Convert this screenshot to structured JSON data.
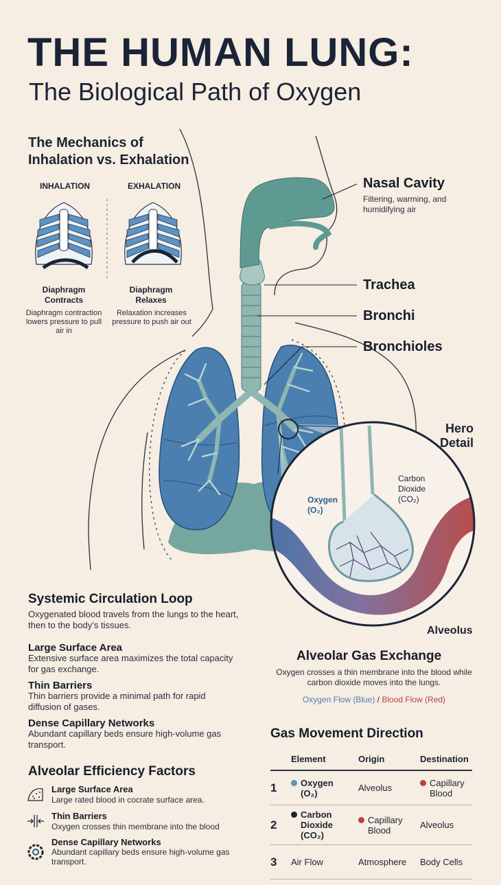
{
  "title": "THE HUMAN LUNG:",
  "subtitle": "The Biological Path of Oxygen",
  "mechanics": {
    "heading": "The Mechanics of Inhalation vs. Exhalation",
    "inhalation": {
      "label": "INHALATION",
      "caption_title": "Diaphragm Contracts",
      "caption": "Diaphragm contraction lowers pressure to pull air in"
    },
    "exhalation": {
      "label": "EXHALATION",
      "caption_title": "Diaphragm Relaxes",
      "caption": "Relaxation increases pressure to push air out"
    }
  },
  "anatomy": {
    "nasal_cavity": "Nasal Cavity",
    "nasal_desc": "Filtering, warming, and humidifying air",
    "trachea": "Trachea",
    "bronchi": "Bronchi",
    "bronchioles": "Bronchioles",
    "hero_detail": "Hero Detail",
    "carbon_dioxide": "Carbon Dioxide (CO₂)",
    "oxygen": "Oxygen (O₂)",
    "alveolus": "Alveolus"
  },
  "systemic": {
    "heading": "Systemic Circulation Loop",
    "text": "Oxygenated blood travels from the lungs to the heart, then to the body’s tissues."
  },
  "factors": [
    {
      "title": "Large Surface Area",
      "text": "Extensive surface area maximizes the total capacity for gas exchange."
    },
    {
      "title": "Thin Barriers",
      "text": "Thin barriers provide a minimal path for rapid diffusion of gases."
    },
    {
      "title": "Dense Capillary Networks",
      "text": "Abundant capillary beds ensure high-volume gas transport."
    }
  ],
  "exchange": {
    "heading": "Alveolar Gas Exchange",
    "text": "Oxygen crosses a thin membrane into the blood while carbon dioxide moves into the lungs.",
    "legend_oxygen": "Oxygen Flow (Blue)",
    "legend_sep": " / ",
    "legend_blood": "Blood Flow (Red)"
  },
  "efficiency": {
    "heading": "Alveolar Efficiency Factors",
    "items": [
      {
        "icon": "surface-area-icon",
        "title": "Large Surface Area",
        "text": "Large rated blood in cocrate surface area."
      },
      {
        "icon": "thin-barrier-icon",
        "title": "Thin Barriers",
        "text": "Oxygen crosses thin membrane into the blood"
      },
      {
        "icon": "capillary-network-icon",
        "title": "Dense Capillary Networks",
        "text": "Abundant capillary beds ensure high-volume gas transport."
      }
    ]
  },
  "gas_table": {
    "heading": "Gas Movement Direction",
    "headers": [
      "Element",
      "Origin",
      "Destination"
    ],
    "rows": [
      {
        "num": "1",
        "element": "Oxygen (O₂)",
        "element_dot": "#5b93c4",
        "origin": "Alveolus",
        "origin_dot": "",
        "destination": "Capillary Blood",
        "destination_dot": "#b8433f"
      },
      {
        "num": "2",
        "element": "Carbon Dioxide (CO₂)",
        "element_dot": "#1b2436",
        "origin": "Capillary Blood",
        "origin_dot": "#b8433f",
        "destination": "Alveolus",
        "destination_dot": ""
      },
      {
        "num": "3",
        "element": "Air Flow",
        "element_dot": "",
        "origin": "Atmosphere",
        "origin_dot": "",
        "destination": "Body Cells",
        "destination_dot": ""
      }
    ]
  },
  "colors": {
    "lung_blue": "#4a7fb0",
    "airway_teal": "#5f9a92",
    "blood_red": "#b8433f",
    "background": "#f6ede3",
    "text_dark": "#1b2436"
  }
}
